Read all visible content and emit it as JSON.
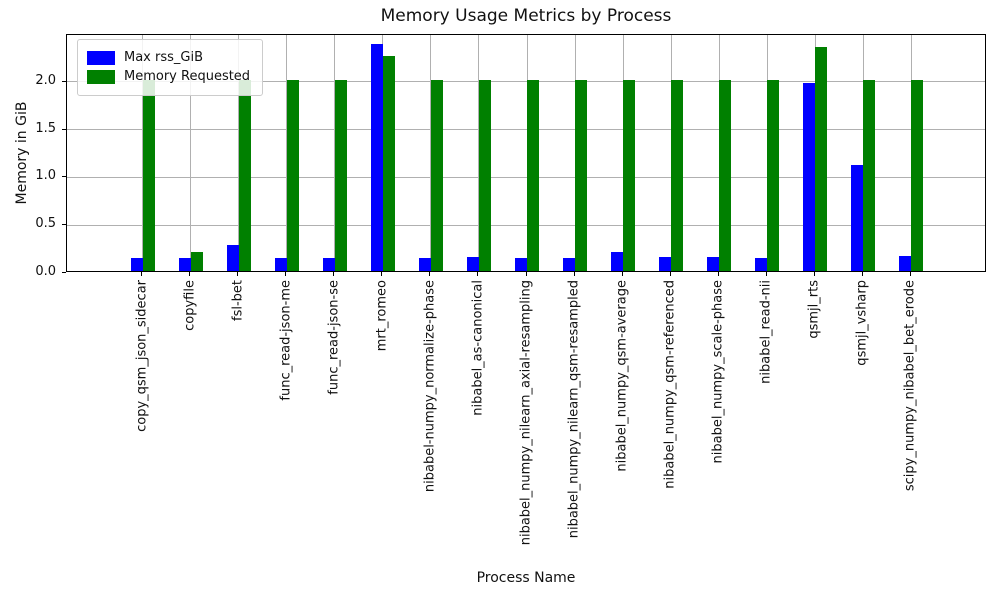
{
  "chart_data": {
    "type": "bar",
    "title": "Memory Usage Metrics by Process",
    "xlabel": "Process Name",
    "ylabel": "Memory in GiB",
    "categories": [
      "copy_qsm_json_sidecar",
      "copyfile",
      "fsl-bet",
      "func_read-json-me",
      "func_read-json-se",
      "mrt_romeo",
      "nibabel-numpy_normalize-phase",
      "nibabel_as-canonical",
      "nibabel_numpy_nilearn_axial-resampling",
      "nibabel_numpy_nilearn_qsm-resampled",
      "nibabel_numpy_qsm-average",
      "nibabel_numpy_qsm-referenced",
      "nibabel_numpy_scale-phase",
      "nibabel_read-nii",
      "qsmjl_rts",
      "qsmjl_vsharp",
      "scipy_numpy_nibabel_bet_erode"
    ],
    "series": [
      {
        "name": "Max rss_GiB",
        "color": "#0000ff",
        "values": [
          0.14,
          0.14,
          0.27,
          0.14,
          0.14,
          2.37,
          0.14,
          0.15,
          0.14,
          0.14,
          0.2,
          0.15,
          0.15,
          0.14,
          1.97,
          1.11,
          0.16
        ]
      },
      {
        "name": "Memory Requested",
        "color": "#008000",
        "values": [
          2.0,
          0.2,
          2.0,
          2.0,
          2.0,
          2.25,
          2.0,
          2.0,
          2.0,
          2.0,
          2.0,
          2.0,
          2.0,
          2.0,
          2.34,
          2.0,
          2.0
        ]
      }
    ],
    "ylim": [
      0,
      2.49
    ],
    "yticks": [
      "0.0",
      "0.5",
      "1.0",
      "1.5",
      "2.0"
    ],
    "grid": true,
    "legend_position": "upper-left",
    "bar_width_fraction": 0.25,
    "x_margin_units": 1.075
  }
}
